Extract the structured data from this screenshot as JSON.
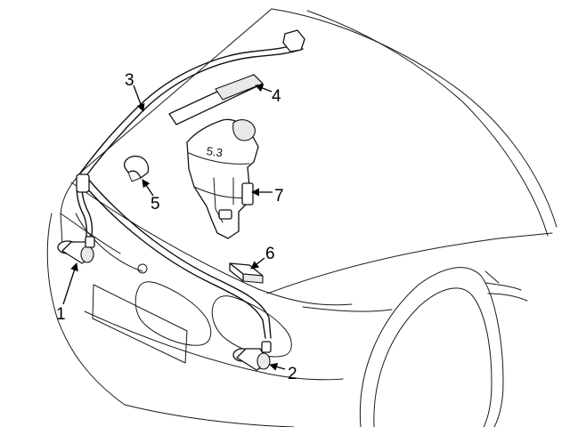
{
  "callouts": [
    {
      "id": "1",
      "label": "1"
    },
    {
      "id": "2",
      "label": "2"
    },
    {
      "id": "3",
      "label": "3"
    },
    {
      "id": "4",
      "label": "4"
    },
    {
      "id": "5",
      "label": "5"
    },
    {
      "id": "6",
      "label": "6"
    },
    {
      "id": "7",
      "label": "7"
    }
  ],
  "reservoir_marking": "5.3"
}
